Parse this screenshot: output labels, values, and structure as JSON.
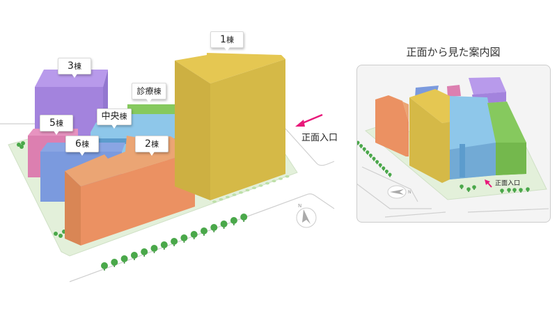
{
  "main_map": {
    "buildings": [
      {
        "id": "1",
        "num": "1",
        "suffix": "棟",
        "color": "#d5b947"
      },
      {
        "id": "2",
        "num": "2",
        "suffix": "棟",
        "color": "#eb9162"
      },
      {
        "id": "3",
        "num": "3",
        "suffix": "棟",
        "color": "#a383dd"
      },
      {
        "id": "5",
        "num": "5",
        "suffix": "棟",
        "color": "#dc7fb0"
      },
      {
        "id": "6",
        "num": "6",
        "suffix": "棟",
        "color": "#7b9ade"
      },
      {
        "id": "chuo",
        "num": "中央",
        "suffix": "棟",
        "color": "#8ec7ea"
      },
      {
        "id": "shinryo",
        "num": "診療",
        "suffix": "棟",
        "color": "#86c95e"
      }
    ],
    "entrance_label": "正面入口",
    "compass_label": "N",
    "accent_color": "#e8197a"
  },
  "front_view": {
    "title": "正面から見た案内図",
    "entrance_label": "正面入口",
    "compass_label": "N"
  }
}
